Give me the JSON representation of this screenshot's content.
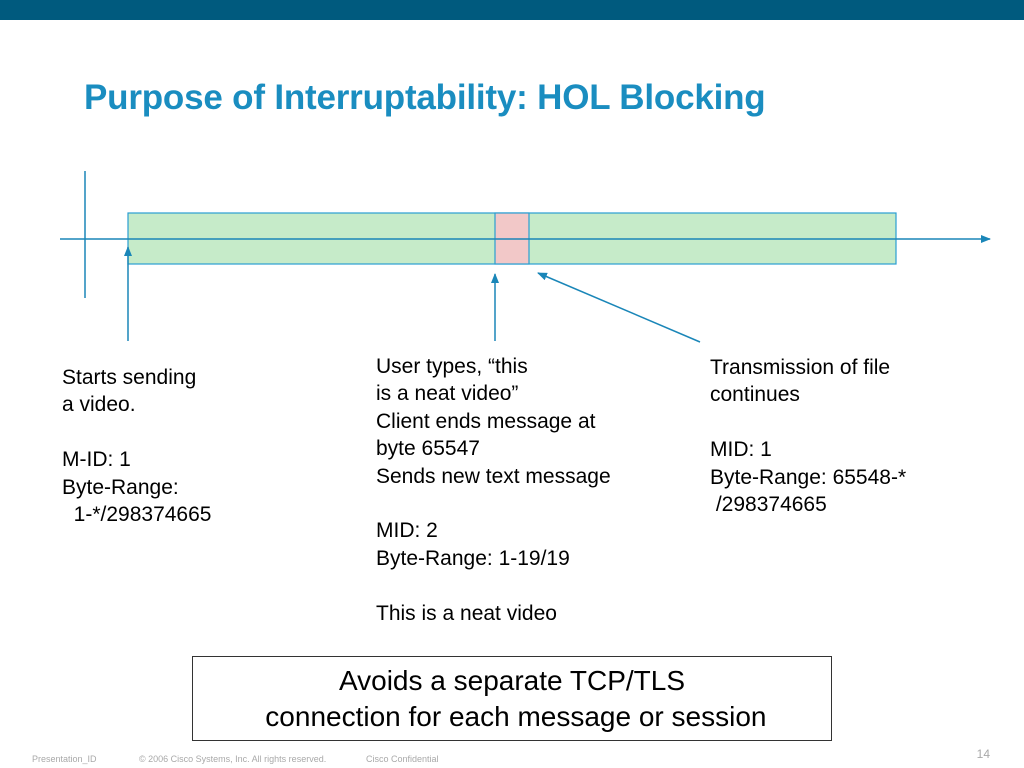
{
  "slide": {
    "title": "Purpose of Interruptability: HOL Blocking"
  },
  "diagram": {
    "stream_fill": "#c6ebc9",
    "stream_stroke": "#2a9ed1",
    "interrupt_fill": "#f2c8c8",
    "line_color": "#2a9ed1",
    "arrow_color": "#1a86b8"
  },
  "annotations": {
    "left": "Starts sending\na video.\n\nM-ID: 1\nByte-Range:\n  1-*/298374665",
    "middle": "User types, “this\nis a neat video”\nClient ends message at\nbyte 65547\nSends new text message\n\nMID: 2\nByte-Range: 1-19/19\n\nThis is a neat video",
    "right": "Transmission of file\ncontinues\n\nMID: 1\nByte-Range: 65548-*\n /298374665"
  },
  "callout": {
    "text": "Avoids a separate TCP/TLS\n connection for each message or session"
  },
  "footer": {
    "presentation_id": "Presentation_ID",
    "copyright": "© 2006 Cisco Systems, Inc. All rights reserved.",
    "confidential": "Cisco Confidential",
    "page_number": "14"
  },
  "colors": {
    "top_bar": "#005a7e",
    "title": "#1a8dc0"
  }
}
